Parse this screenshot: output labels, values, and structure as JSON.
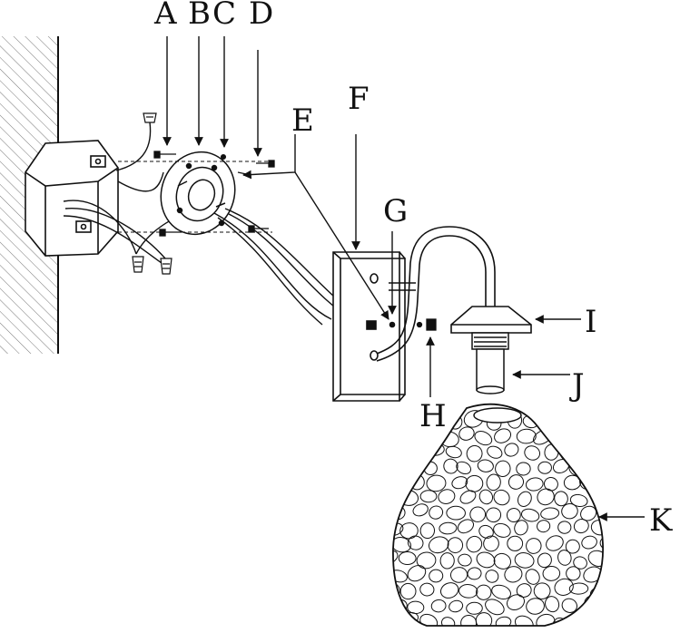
{
  "labels": {
    "a": "A",
    "b": "B",
    "c": "C",
    "d": "D",
    "e": "E",
    "f": "F",
    "g": "G",
    "h": "H",
    "i": "I",
    "j": "J",
    "k": "K"
  },
  "colors": {
    "ink": "#111111",
    "background": "#ffffff",
    "hatch": "#777777"
  }
}
